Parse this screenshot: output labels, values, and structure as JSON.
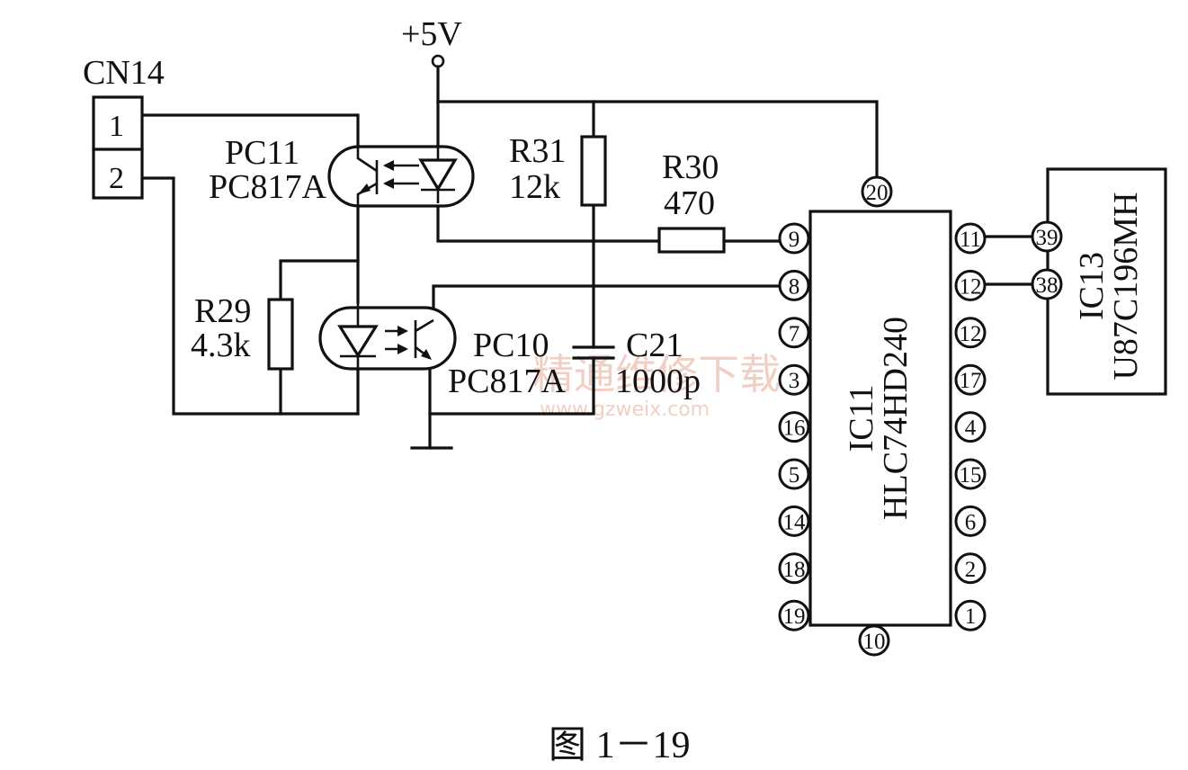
{
  "supply": {
    "label": "+5V"
  },
  "connector": {
    "name": "CN14",
    "pin1": "1",
    "pin2": "2"
  },
  "pc11": {
    "ref": "PC11",
    "part": "PC817A"
  },
  "pc10": {
    "ref": "PC10",
    "part": "PC817A"
  },
  "r29": {
    "ref": "R29",
    "value": "4.3k"
  },
  "r31": {
    "ref": "R31",
    "value": "12k"
  },
  "r30": {
    "ref": "R30",
    "value": "470"
  },
  "c21": {
    "ref": "C21",
    "value": "1000p"
  },
  "ic11": {
    "ref": "IC11",
    "part": "HLC74HD240",
    "pin_top": "20",
    "pin_bottom": "10",
    "left_pins": [
      "9",
      "8",
      "7",
      "3",
      "16",
      "5",
      "14",
      "18",
      "19"
    ],
    "right_pins": [
      "11",
      "12",
      "12",
      "17",
      "4",
      "15",
      "6",
      "2",
      "1"
    ]
  },
  "ic13": {
    "ref": "IC13",
    "part": "U87C196MH",
    "pins": [
      "39",
      "38"
    ]
  },
  "watermark": {
    "line1": "精通维修下载",
    "line2": "www.gzweix.com"
  },
  "caption": "图 1－19"
}
